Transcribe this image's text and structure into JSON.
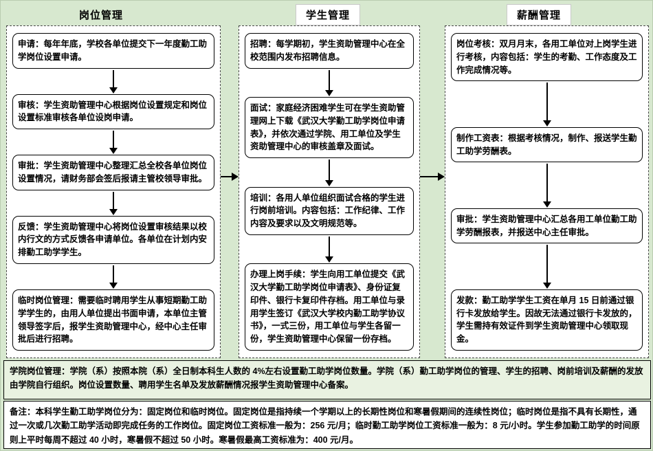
{
  "colors": {
    "page_background": "#d7e8cf",
    "panel_background": "#ffffff",
    "box_border": "#000000",
    "footer1_background": "#e9f2e1",
    "footer2_background": "#ffffff"
  },
  "columns": [
    {
      "title": "岗位管理",
      "boxes": [
        {
          "label": "申请：",
          "text": "每年年底，学校各单位提交下一年度勤工助学岗位设置申请。"
        },
        {
          "label": "审核：",
          "text": "学生资助管理中心根据岗位设置规定和岗位设置标准审核各单位设岗申请。"
        },
        {
          "label": "审批：",
          "text": "学生资助管理中心整理汇总全校各单位岗位设置情况，请财务部会签后报请主管校领导审批。"
        },
        {
          "label": "反馈：",
          "text": "学生资助管理中心将岗位设置审核结果以校内行文的方式反馈各申请单位。各单位在计划内安排勤工助学学生。"
        },
        {
          "label": "临时岗位管理：",
          "text": "需要临时聘用学生从事短期勤工助学学生的，由用人单位提出书面申请，本单位主管领导签字后，报学生资助管理中心，经中心主任审批后进行招聘。"
        }
      ]
    },
    {
      "title": "学生管理",
      "boxes": [
        {
          "label": "招聘：",
          "text": "每学期初，学生资助管理中心在全校范围内发布招聘信息。"
        },
        {
          "label": "面试：",
          "text": "家庭经济困难学生可在学生资助管理网上下载《武汉大学勤工助学岗位申请表》，并依次通过学院、用工单位及学生资助管理中心的审核盖章及面试。"
        },
        {
          "label": "培训：",
          "text": "各用人单位组织面试合格的学生进行岗前培训。内容包括：工作纪律、工作内容及要求以及文明规范等。"
        },
        {
          "label": "办理上岗手续：",
          "text": "学生向用工单位提交《武汉大学勤工助学岗位申请表》、身份证复印件、银行卡复印件存档。用工单位与录用学生签订《武汉大学校内勤工助学协议书》，一式三份，用工单位与学生各留一份，学生资助管理中心保留一份存档。"
        }
      ]
    },
    {
      "title": "薪酬管理",
      "boxes": [
        {
          "label": "岗位考核：",
          "text": "双月月末，各用工单位对上岗学生进行考核，内容包括：学生的考勤、工作态度及工作完成情况等。"
        },
        {
          "label": "制作工资表：",
          "text": "根据考核情况，制作、报送学生勤工助学劳酬表。"
        },
        {
          "label": "审批：",
          "text": "学生资助管理中心汇总各用工单位勤工助学劳酬报表，并报送中心主任审批。"
        },
        {
          "label": "发款：",
          "text": "勤工助学学生工资在单月 15 日前通过银行卡发放给学生。因故无法通过银行卡发放的，学生需持有效证件到学生资助管理中心领取现金。"
        }
      ]
    }
  ],
  "footers": [
    {
      "label": "学院岗位管理：",
      "text": "学院（系）按照本院（系）全日制本科生人数的 4%左右设置勤工助学岗位数量。学院（系）勤工助学岗位的管理、学生的招聘、岗前培训及薪酬的发放由学院自行组织。岗位设置数量、聘用学生名单及发放薪酬情况报学生资助管理中心备案。"
    },
    {
      "label": "备注：",
      "text": "本科学生勤工助学岗位分为：固定岗位和临时岗位。固定岗位是指持续一个学期以上的长期性岗位和寒暑假期间的连续性岗位；临时岗位是指不具有长期性，通过一次或几次勤工助学活动即完成任务的工作岗位。固定岗位工资标准一般为：256 元/月；临时勤工助学岗位工资标准一般为：8 元/小时。学生参加勤工助学的时间原则上平时每周不超过 40 小时，寒暑假不超过 50 小时。寒暑假最高工资标准为：400 元/月。"
    }
  ]
}
